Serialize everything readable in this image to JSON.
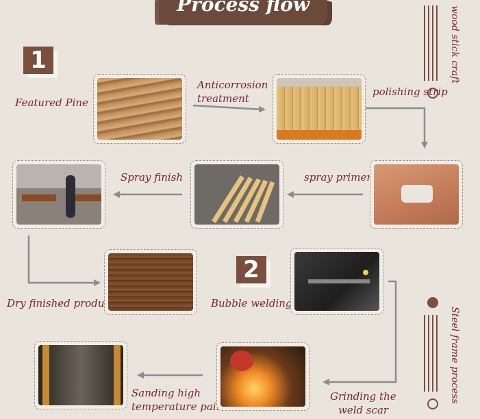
{
  "title": "Process flow",
  "wood_section": {
    "badge": "1",
    "vertical_label": "wood stick craft",
    "steps": [
      "Featured Pine",
      "Anticorrosion treatment",
      "polishing strip",
      "spray primer",
      "Spray finish",
      "Dry finished product"
    ]
  },
  "steel_section": {
    "badge": "2",
    "vertical_label": "Steel frame process",
    "steps": [
      "Bubble welding",
      "Grinding the weld scar",
      "Sanding high temperature paint"
    ]
  },
  "labels": {
    "featured_pine": "Featured Pine",
    "anticorrosion_1": "Anticorrosion",
    "anticorrosion_2": "treatment",
    "polishing": "polishing strip",
    "spray_primer": "spray primer",
    "spray_finish": "Spray finish",
    "dry_finished": "Dry finished product",
    "bubble_welding": "Bubble welding",
    "grinding_1": "Grinding the",
    "grinding_2": "weld scar",
    "sanding_1": "Sanding high",
    "sanding_2": "temperature paint"
  },
  "colors": {
    "background": "#e9e4dc",
    "banner": "#6b4a3c",
    "badge": "#7b4f3e",
    "label_text": "#7a2331",
    "arrow": "#8c8c8c"
  },
  "icons": [
    "wood-stick-decoration-icon",
    "steel-frame-decoration-icon",
    "arrow-icon"
  ]
}
